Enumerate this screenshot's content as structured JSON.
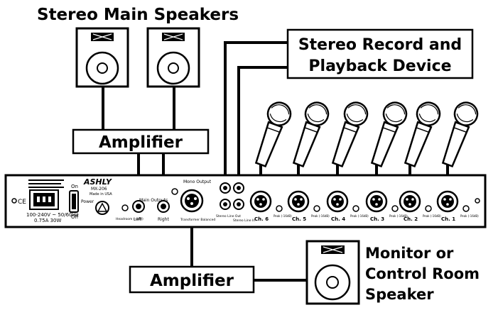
{
  "labels": {
    "main_speakers": "Stereo Main Speakers",
    "amplifier_top": "Amplifier",
    "amplifier_bottom": "Amplifier",
    "record_line1": "Stereo Record and",
    "record_line2": "Playback Device",
    "monitor_line1": "Monitor or",
    "monitor_line2": "Control Room",
    "monitor_line3": "Speaker"
  },
  "panel": {
    "brand": "ASHLY",
    "model": "MX-206",
    "made_in": "Made in USA",
    "voltage": "100-240V ~ 50/60Hz",
    "power_rating": "0.75A 30W",
    "power_on": "On",
    "power_label": "Power",
    "power_off": "Off",
    "headroom_label": "Headroom (-4dB)",
    "main_outputs_label": "Main Outputs",
    "left_label": "Left",
    "right_label": "Right",
    "mono_output_label": "Mono Output",
    "transformer_label": "Transformer Balanced",
    "stereo_line_out": "Stereo Line Out",
    "stereo_line_in": "Stereo Line In",
    "channels": [
      "Ch. 6",
      "Ch. 5",
      "Ch. 4",
      "Ch. 3",
      "Ch. 2",
      "Ch. 1"
    ],
    "peak_label": "Peak (-16dB)"
  }
}
